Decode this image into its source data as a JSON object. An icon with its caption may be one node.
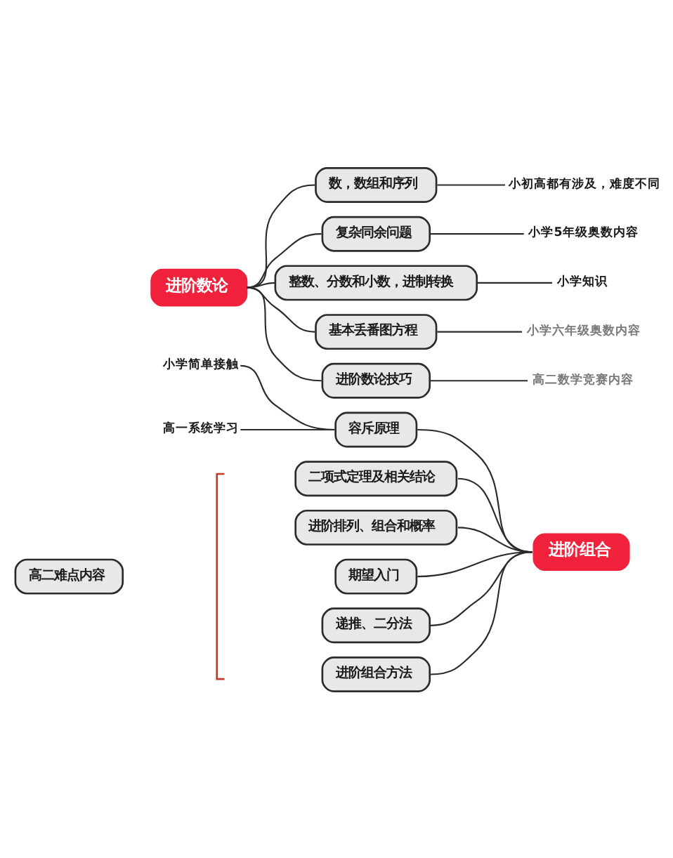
{
  "diagram": {
    "nodes": [
      {
        "text": [
          "进阶数论"
        ]
      },
      {
        "text": [
          "数，数组和序列"
        ]
      },
      {
        "text": [
          "小初高都有涉及，难度不同"
        ]
      },
      {
        "text": [
          "复杂同余问题"
        ]
      },
      {
        "text": [
          "小学5年级奥数内容"
        ]
      },
      {
        "text": [
          "整数、分数和小数，进制转换"
        ]
      },
      {
        "text": [
          "小学知识"
        ]
      },
      {
        "text": [
          "基本丢番图方程"
        ]
      },
      {
        "text": [
          "小学六年级奥数内容"
        ]
      },
      {
        "text": [
          "进阶数论技巧"
        ]
      },
      {
        "text": [
          "高二数学竞赛内容"
        ]
      },
      {
        "text": [
          "小学简单接触"
        ]
      },
      {
        "text": [
          "容斥原理"
        ]
      },
      {
        "text": [
          "高一系统学习"
        ]
      },
      {
        "text": [
          "二项式定理及相关结论"
        ]
      },
      {
        "text": [
          "进阶排列、组合和概率"
        ]
      },
      {
        "text": [
          "进阶组合"
        ]
      },
      {
        "text": [
          "高二难点内容"
        ]
      },
      {
        "text": [
          "期望入门"
        ]
      },
      {
        "text": [
          "递推、二分法"
        ]
      },
      {
        "text": [
          "进阶组合方法"
        ]
      }
    ],
    "edges": [
      {
        "from": 0,
        "to": 1,
        "arrow": "none"
      },
      {
        "from": 1,
        "to": 2,
        "arrow": "none"
      },
      {
        "from": 0,
        "to": 3,
        "arrow": "none"
      },
      {
        "from": 3,
        "to": 4,
        "arrow": "none"
      },
      {
        "from": 0,
        "to": 5,
        "arrow": "none"
      },
      {
        "from": 5,
        "to": 6,
        "arrow": "none"
      },
      {
        "from": 0,
        "to": 7,
        "arrow": "none"
      },
      {
        "from": 7,
        "to": 8,
        "arrow": "none"
      },
      {
        "from": 0,
        "to": 9,
        "arrow": "none"
      },
      {
        "from": 9,
        "to": 10,
        "arrow": "none"
      },
      {
        "from": 11,
        "to": 12,
        "arrow": "none"
      },
      {
        "from": 13,
        "to": 12,
        "arrow": "none"
      },
      {
        "from": 12,
        "to": 16,
        "arrow": "none"
      },
      {
        "from": 14,
        "to": 16,
        "arrow": "none"
      },
      {
        "from": 15,
        "to": 16,
        "arrow": "none"
      },
      {
        "from": 18,
        "to": 16,
        "arrow": "none"
      },
      {
        "from": 19,
        "to": 16,
        "arrow": "none"
      },
      {
        "from": 20,
        "to": 16,
        "arrow": "none"
      }
    ]
  }
}
